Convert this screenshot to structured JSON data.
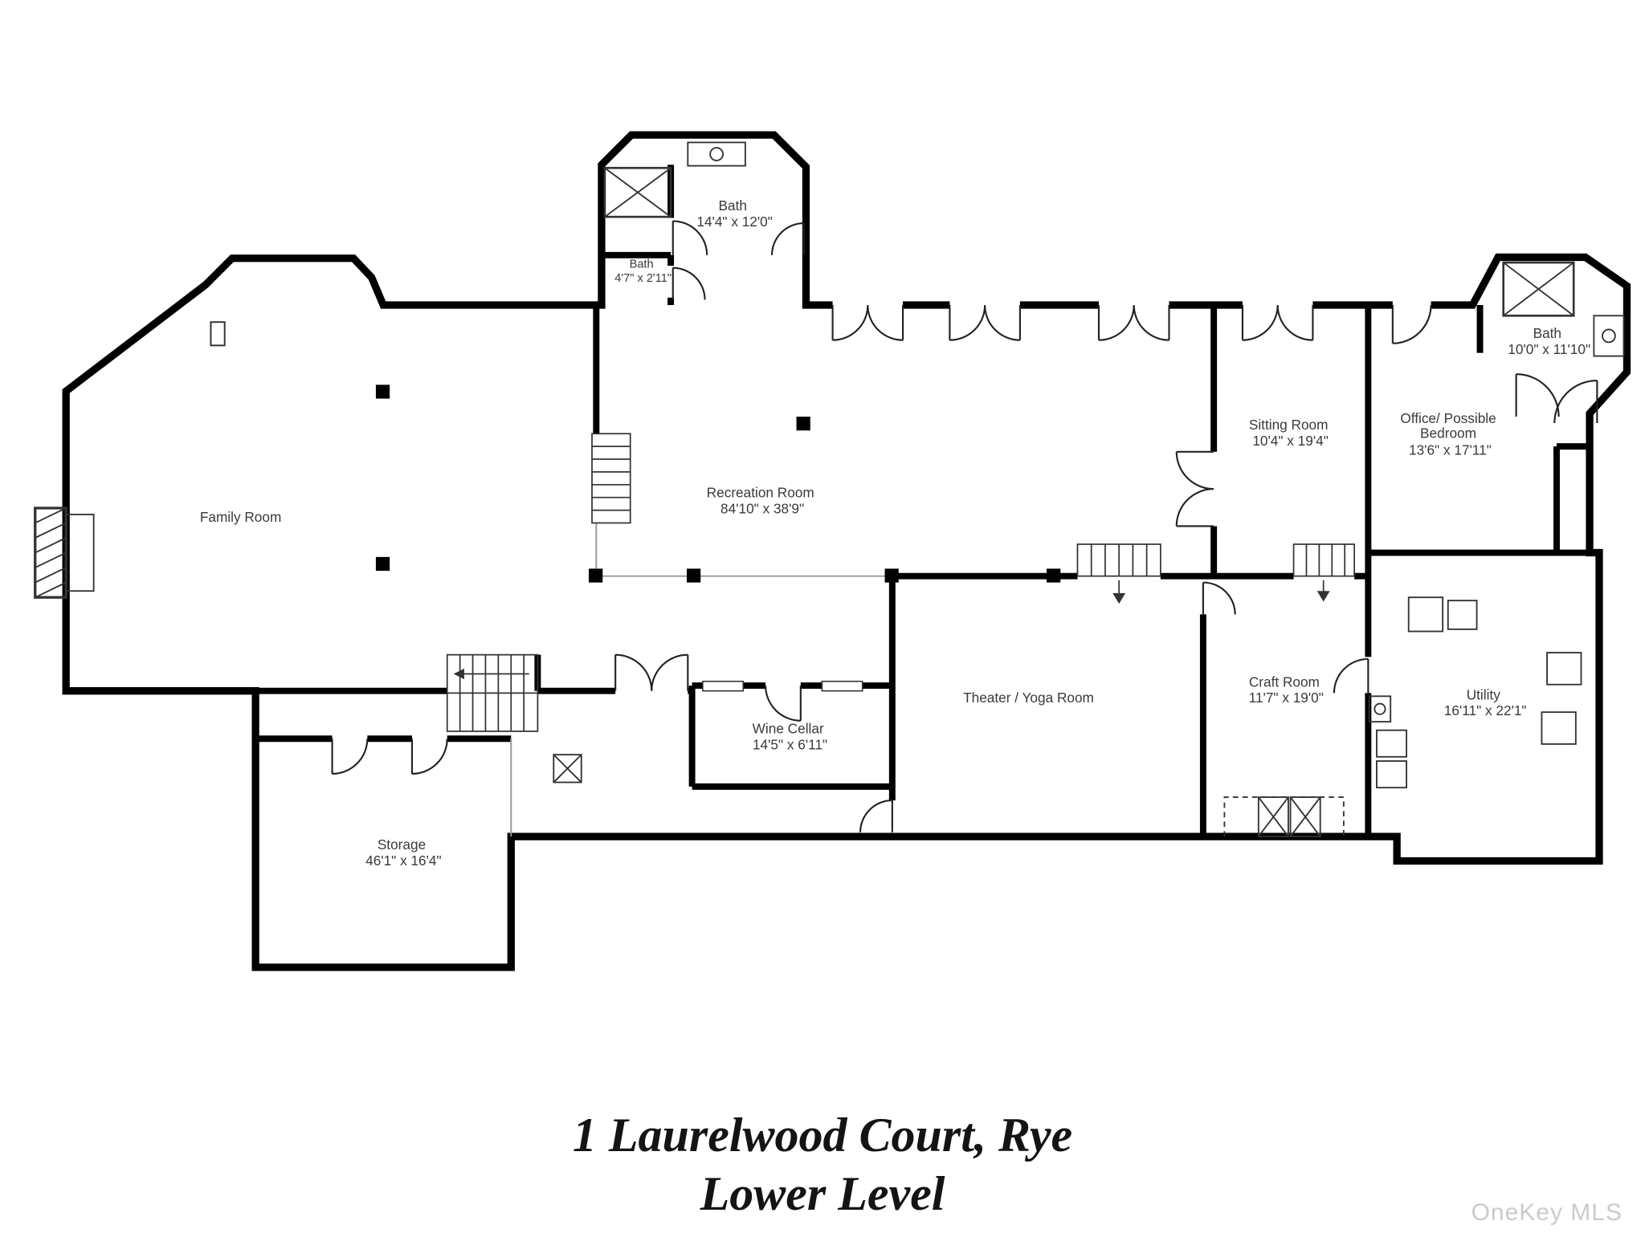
{
  "title": {
    "line1": "1 Laurelwood Court, Rye",
    "line2": "Lower Level"
  },
  "watermark": "OneKey MLS",
  "colors": {
    "wall": "#000000",
    "label_text": "#3a3a3a",
    "title_text": "#141414",
    "watermark": "#cbcbcb",
    "open_boundary": "#9a9a9a",
    "background": "#ffffff"
  },
  "rooms": {
    "bath_top": {
      "name": "Bath",
      "dims": "14'4\" x 12'0\""
    },
    "bath_small": {
      "name": "Bath",
      "dims": "4'7\" x 2'11\""
    },
    "family": {
      "name": "Family Room",
      "dims": ""
    },
    "recreation": {
      "name": "Recreation Room",
      "dims": "84'10\" x 38'9\""
    },
    "sitting": {
      "name": "Sitting Room",
      "dims": "10'4\" x 19'4\""
    },
    "office": {
      "name_line1": "Office/ Possible",
      "name_line2": "Bedroom",
      "dims": "13'6\" x 17'11\""
    },
    "bath_right": {
      "name": "Bath",
      "dims": "10'0\" x 11'10\""
    },
    "craft": {
      "name": "Craft Room",
      "dims": "11'7\" x 19'0\""
    },
    "utility": {
      "name": "Utility",
      "dims": "16'11\" x 22'1\""
    },
    "theater": {
      "name": "Theater / Yoga Room",
      "dims": ""
    },
    "wine": {
      "name": "Wine Cellar",
      "dims": "14'5\" x 6'11\""
    },
    "storage": {
      "name": "Storage",
      "dims": "46'1\" x 16'4\""
    }
  }
}
